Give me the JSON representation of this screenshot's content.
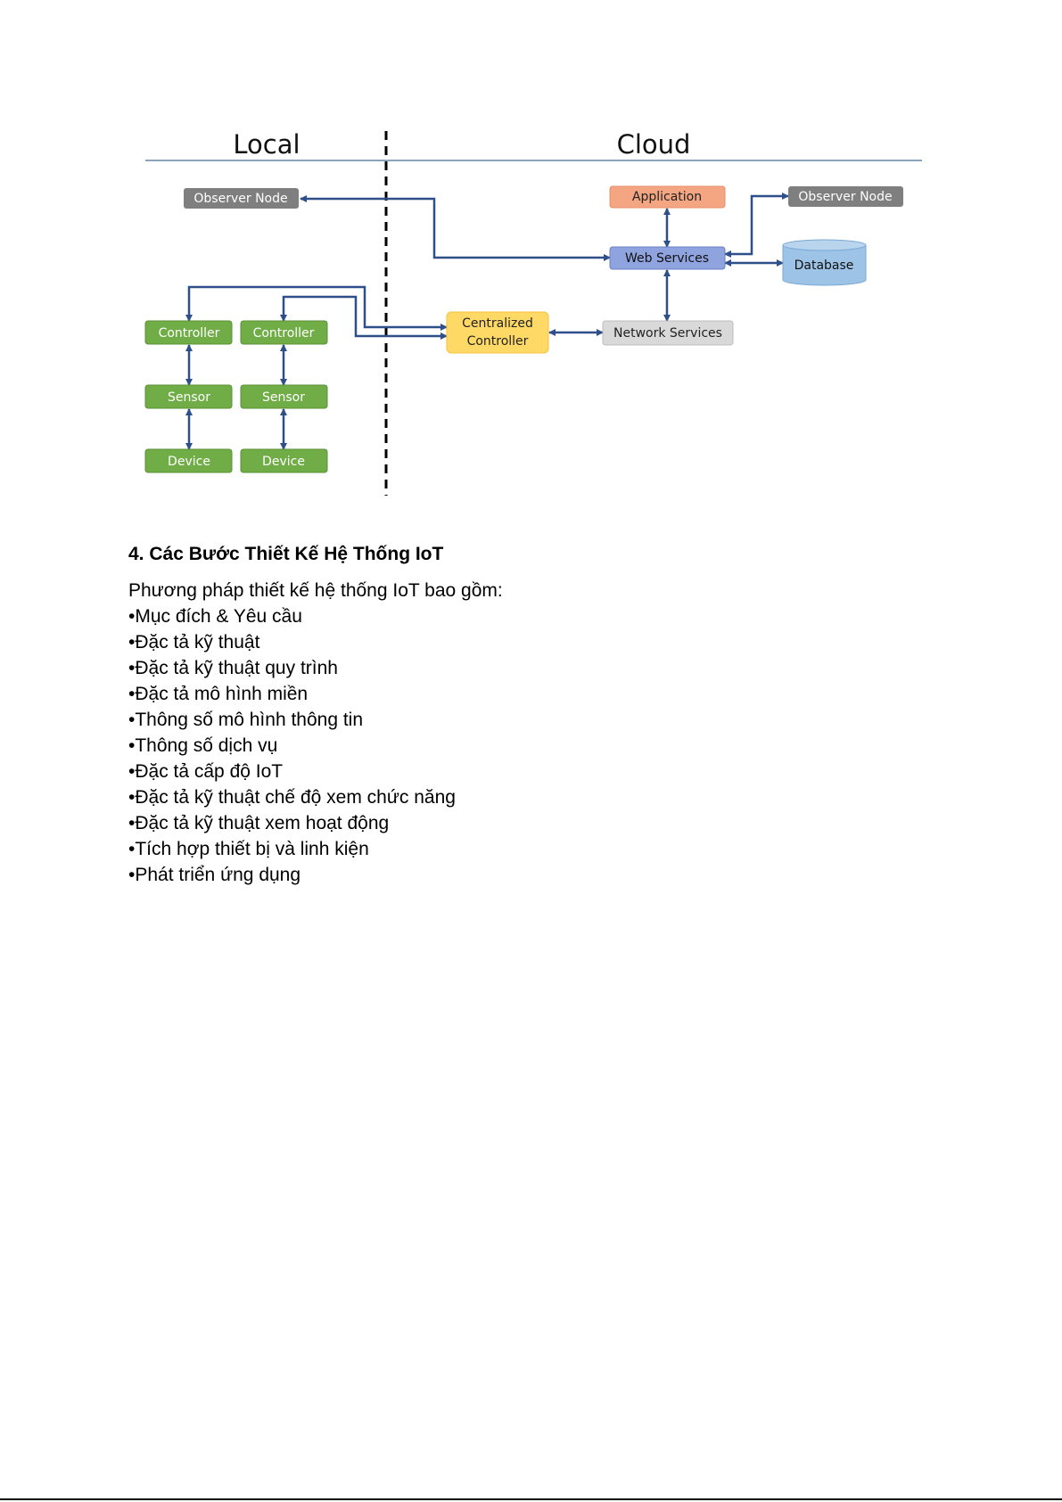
{
  "diagram": {
    "zones": {
      "local": "Local",
      "cloud": "Cloud"
    },
    "nodes": {
      "observer_left": "Observer Node",
      "observer_right": "Observer Node",
      "application": "Application",
      "web_services": "Web Services",
      "database": "Database",
      "centralized_controller_line1": "Centralized",
      "centralized_controller_line2": "Controller",
      "network_services": "Network Services",
      "controller_1": "Controller",
      "controller_2": "Controller",
      "sensor_1": "Sensor",
      "sensor_2": "Sensor",
      "device_1": "Device",
      "device_2": "Device"
    },
    "colors": {
      "local_green": "#70ad47",
      "observer_gray": "#7f7f7f",
      "application": "#f4a582",
      "web_services": "#8fa3de",
      "database": "#9dc3e6",
      "centralized": "#ffd966",
      "network": "#d9d9d9",
      "arrow": "#2f4f8a"
    }
  },
  "section": {
    "heading": "4. Các Bước Thiết Kế Hệ Thống IoT",
    "intro": "Phương pháp thiết kế hệ thống IoT bao gồm:",
    "items": [
      "•Mục đích & Yêu cầu",
      "•Đặc tả kỹ thuật",
      "•Đặc tả kỹ thuật quy trình",
      "•Đặc tả mô hình miền",
      "•Thông số mô hình thông tin",
      "•Thông số dịch vụ",
      "•Đặc tả cấp độ IoT",
      "•Đặc tả kỹ thuật chế độ xem chức năng",
      "•Đặc tả kỹ thuật xem hoạt động",
      "•Tích hợp thiết bị và linh kiện",
      "•Phát triển ứng dụng"
    ]
  }
}
